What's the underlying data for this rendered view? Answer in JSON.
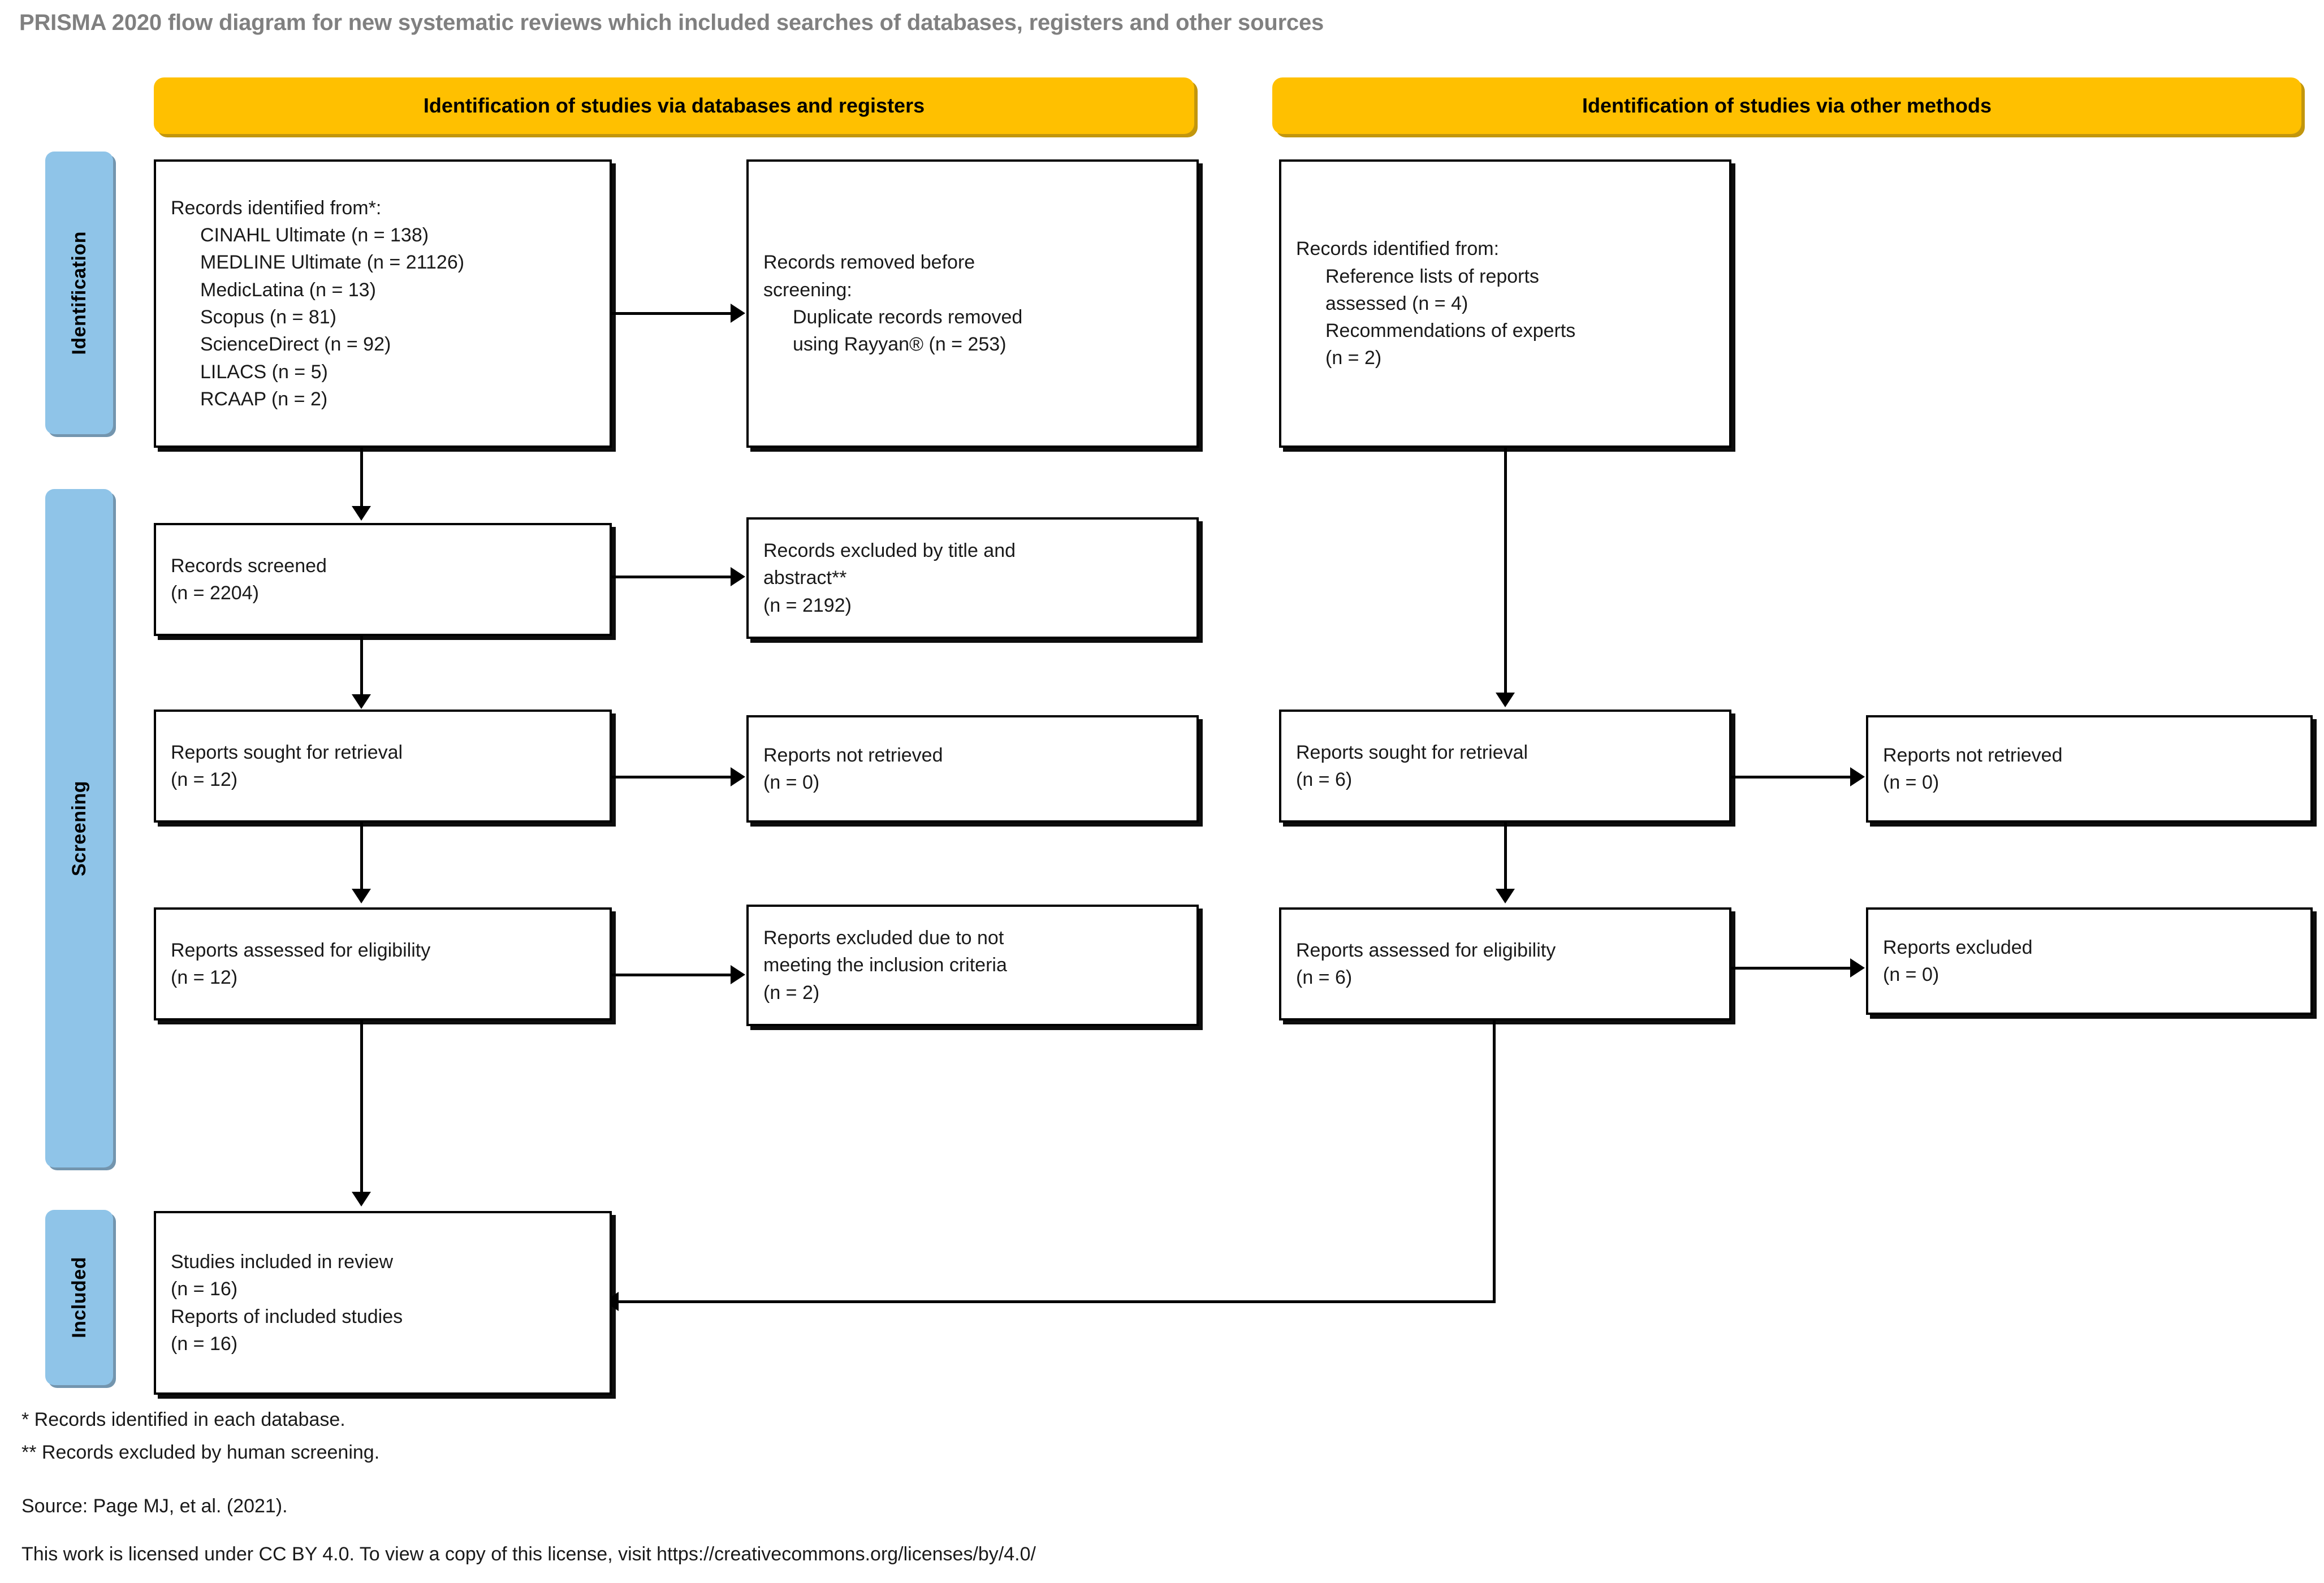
{
  "title": "PRISMA 2020 flow diagram for new systematic reviews which included searches of databases, registers and other sources",
  "colors": {
    "stage_header_fill": "#FFC000",
    "phase_label_fill": "#8FC4E8",
    "box_border": "#000000",
    "title_text": "#808080",
    "body_text": "#1A1A1A"
  },
  "stage_headers": {
    "databases": "Identification of studies via databases and registers",
    "other": "Identification of studies via other methods"
  },
  "phases": {
    "identification": "Identification",
    "screening": "Screening",
    "included": "Included"
  },
  "boxes": {
    "records_identified": {
      "heading": "Records identified from*:",
      "items": [
        "CINAHL Ultimate (n = 138)",
        "MEDLINE Ultimate (n = 21126)",
        "MedicLatina (n = 13)",
        "Scopus (n = 81)",
        "ScienceDirect (n = 92)",
        "LILACS (n = 5)",
        "RCAAP (n = 2)"
      ]
    },
    "records_removed": {
      "line1": "Records removed before",
      "line2": "screening:",
      "line3": "Duplicate records removed",
      "line4": "using Rayyan® (n = 253)"
    },
    "records_screened": {
      "line1": "Records screened",
      "line2": "(n = 2204)"
    },
    "records_excluded": {
      "line1": "Records excluded by title and",
      "line2": "abstract**",
      "line3": "(n = 2192)"
    },
    "reports_sought_db": {
      "line1": "Reports sought for retrieval",
      "line2": "(n = 12)"
    },
    "reports_not_retrieved_db": {
      "line1": "Reports not retrieved",
      "line2": "(n = 0)"
    },
    "reports_assessed_db": {
      "line1": "Reports assessed for eligibility",
      "line2": "(n = 12)"
    },
    "reports_excluded_db": {
      "line1": "Reports excluded due to not",
      "line2": "meeting the inclusion criteria",
      "line3": "(n = 2)"
    },
    "records_identified_other": {
      "heading": "Records identified from:",
      "items": [
        "Reference lists of reports",
        "assessed (n = 4)",
        "Recommendations of experts",
        "(n = 2)"
      ]
    },
    "reports_sought_other": {
      "line1": "Reports sought for retrieval",
      "line2": "(n = 6)"
    },
    "reports_not_retrieved_other": {
      "line1": "Reports not retrieved",
      "line2": "(n = 0)"
    },
    "reports_assessed_other": {
      "line1": "Reports assessed for eligibility",
      "line2": "(n = 6)"
    },
    "reports_excluded_other": {
      "line1": "Reports excluded",
      "line2": "(n = 0)"
    },
    "studies_included": {
      "line1": "Studies included in review",
      "line2": "(n = 16)",
      "line3": "Reports of included studies",
      "line4": "(n = 16)"
    }
  },
  "footnotes": {
    "note1": "* Records identified in each database.",
    "note2": "** Records excluded by human screening.",
    "source": "Source: Page MJ, et al. (2021).",
    "license": "This work is licensed under CC BY 4.0. To view a copy of this license, visit https://creativecommons.org/licenses/by/4.0/"
  }
}
